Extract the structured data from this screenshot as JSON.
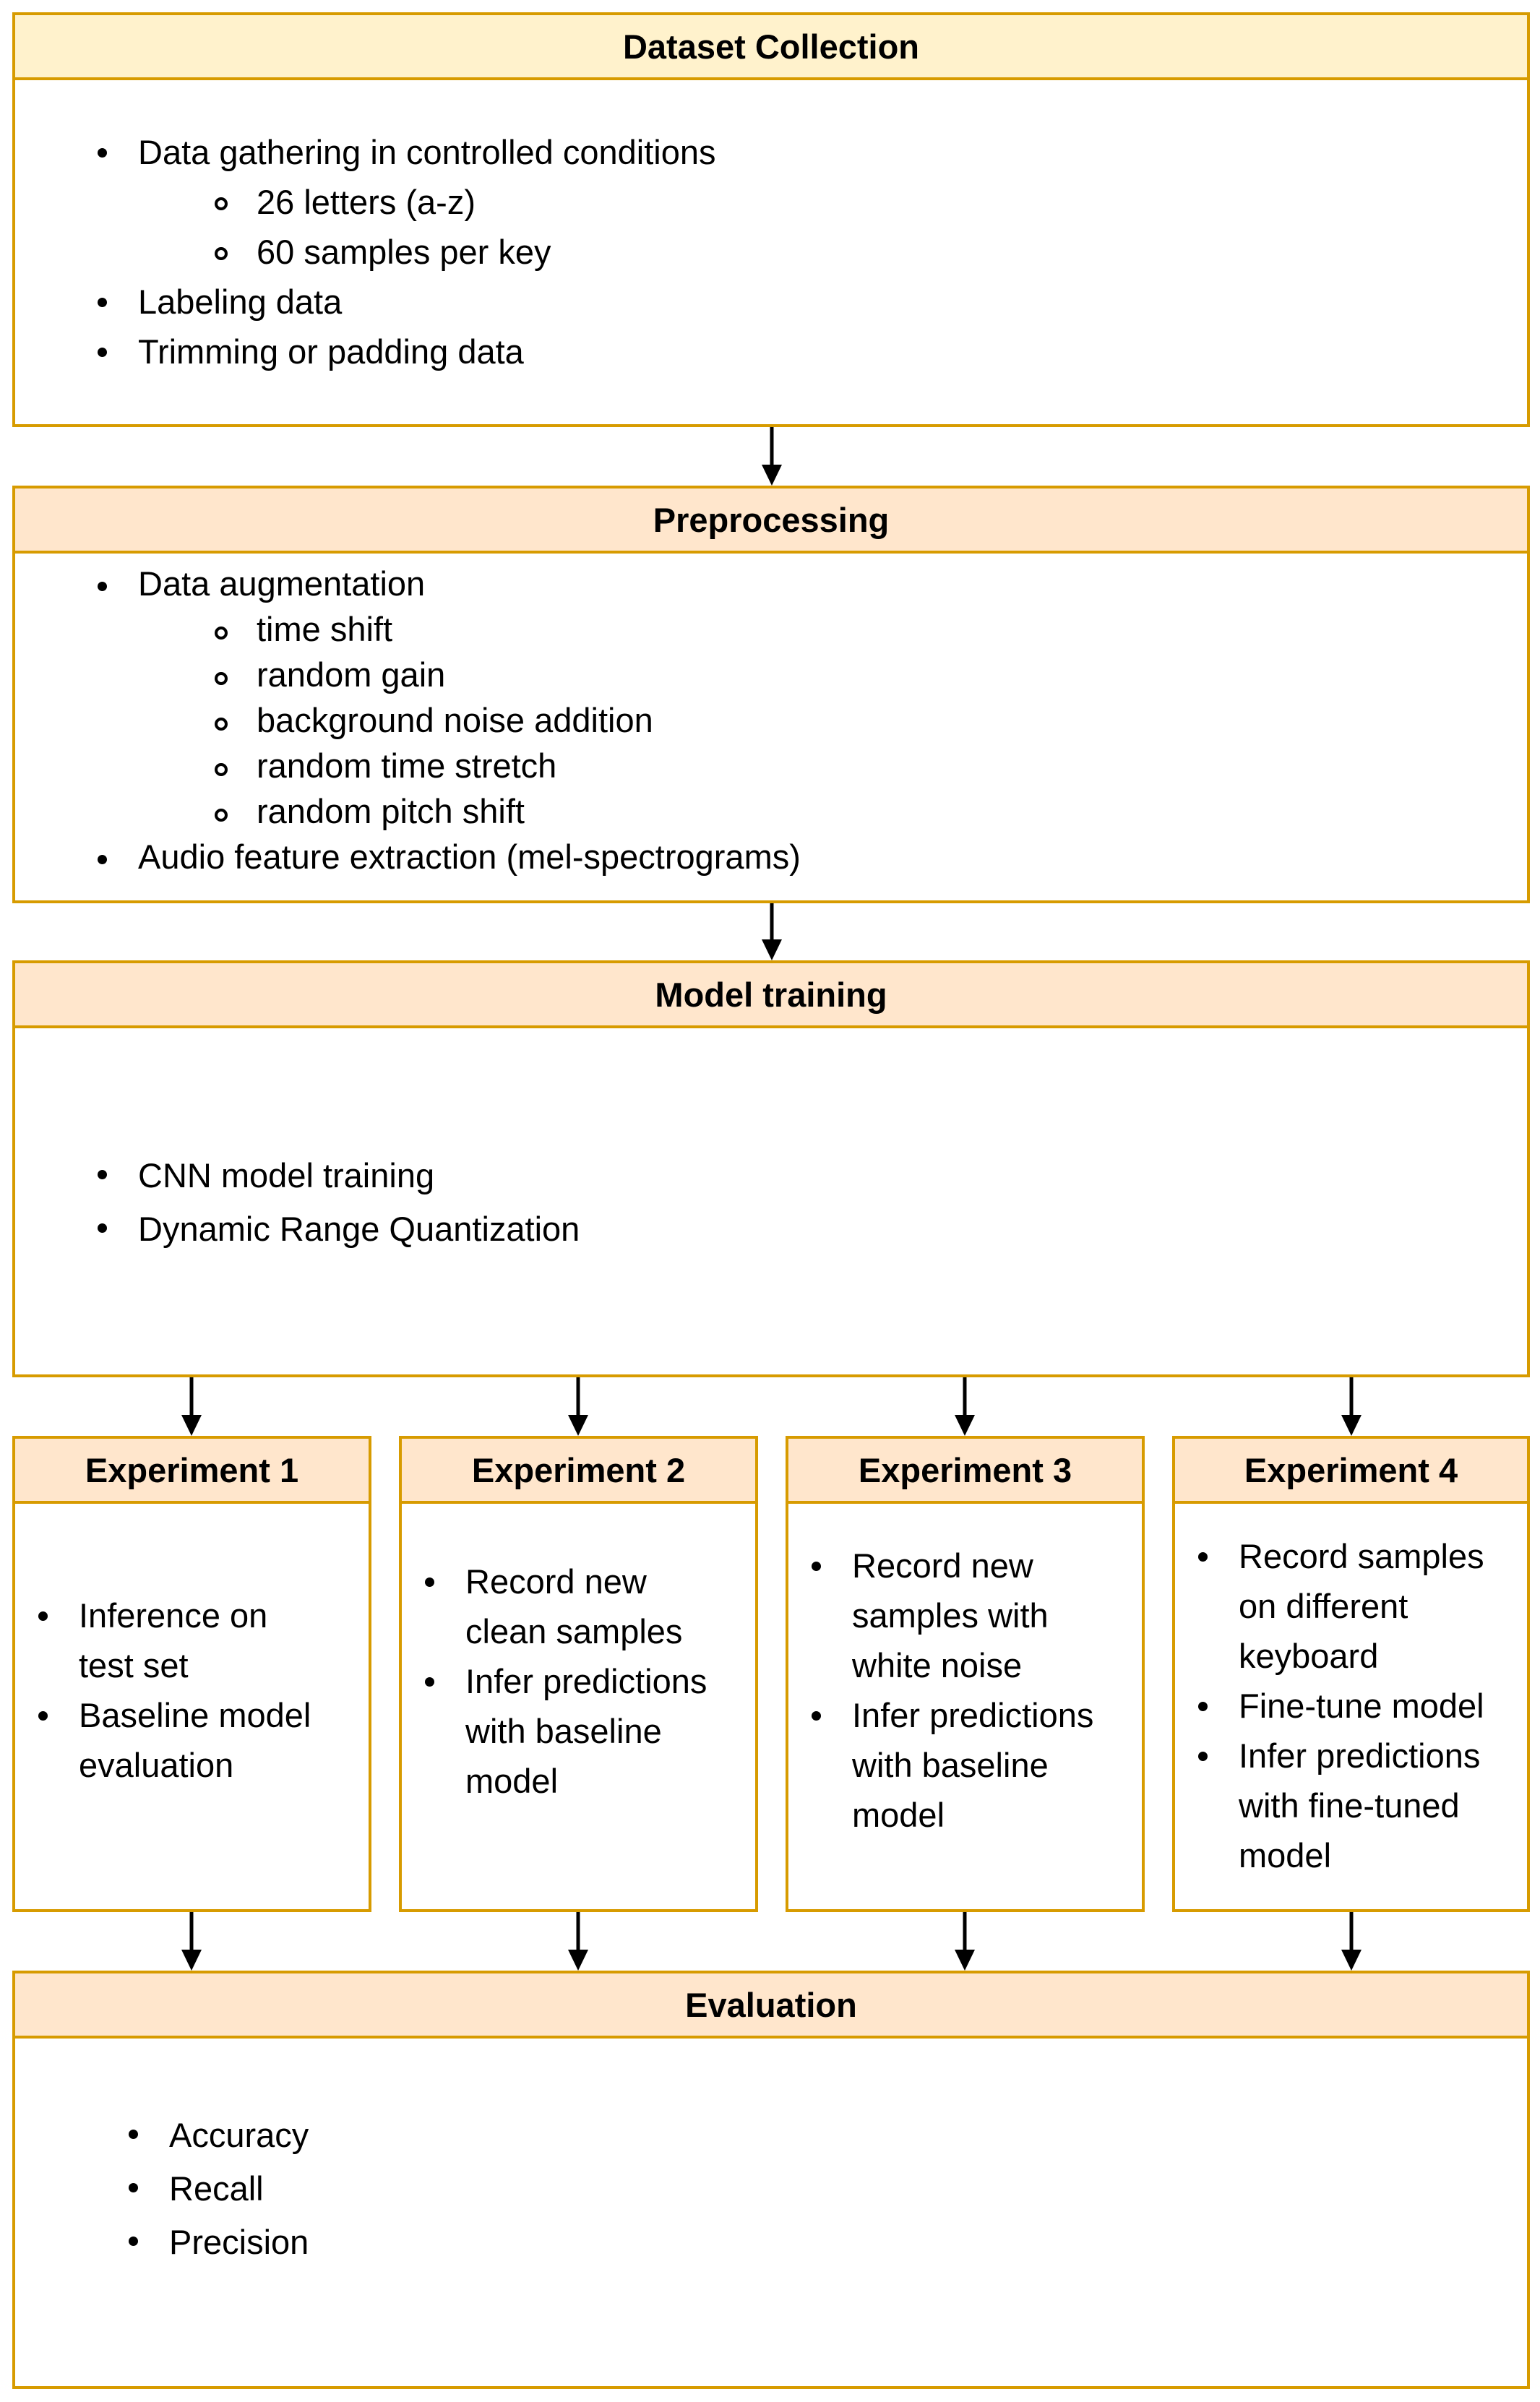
{
  "dataset": {
    "title": "Dataset Collection",
    "item_gather": "Data gathering in controlled conditions",
    "sub_letters": "26 letters (a-z)",
    "sub_samples": "60 samples per key",
    "item_label": "Labeling data",
    "item_trim": "Trimming or padding data"
  },
  "preprocessing": {
    "title": "Preprocessing",
    "item_aug": "Data augmentation",
    "sub_time_shift": "time shift",
    "sub_gain": "random gain",
    "sub_noise": "background noise addition",
    "sub_stretch": "random time stretch",
    "sub_pitch": "random pitch shift",
    "item_feat": "Audio feature extraction (mel-spectrograms)"
  },
  "training": {
    "title": "Model training",
    "item_cnn": "CNN model training",
    "item_quant": "Dynamic Range Quantization"
  },
  "experiments": [
    {
      "title": "Experiment 1",
      "items": [
        "Inference on\ntest set",
        "Baseline model\nevaluation"
      ]
    },
    {
      "title": "Experiment 2",
      "items": [
        "Record new\nclean samples",
        "Infer predictions\nwith baseline\nmodel"
      ]
    },
    {
      "title": "Experiment 3",
      "items": [
        "Record new\nsamples with\nwhite noise",
        "Infer predictions\nwith baseline\nmodel"
      ]
    },
    {
      "title": "Experiment 4",
      "items": [
        "Record samples\non different\nkeyboard",
        "Fine-tune model",
        "Infer predictions\nwith fine-tuned\nmodel"
      ]
    }
  ],
  "evaluation": {
    "title": "Evaluation",
    "item_acc": "Accuracy",
    "item_recall": "Recall",
    "item_prec": "Precision"
  },
  "colors": {
    "border": "#d79b00",
    "header_dataset": "#fff2cc",
    "header_default": "#ffe6cc"
  }
}
